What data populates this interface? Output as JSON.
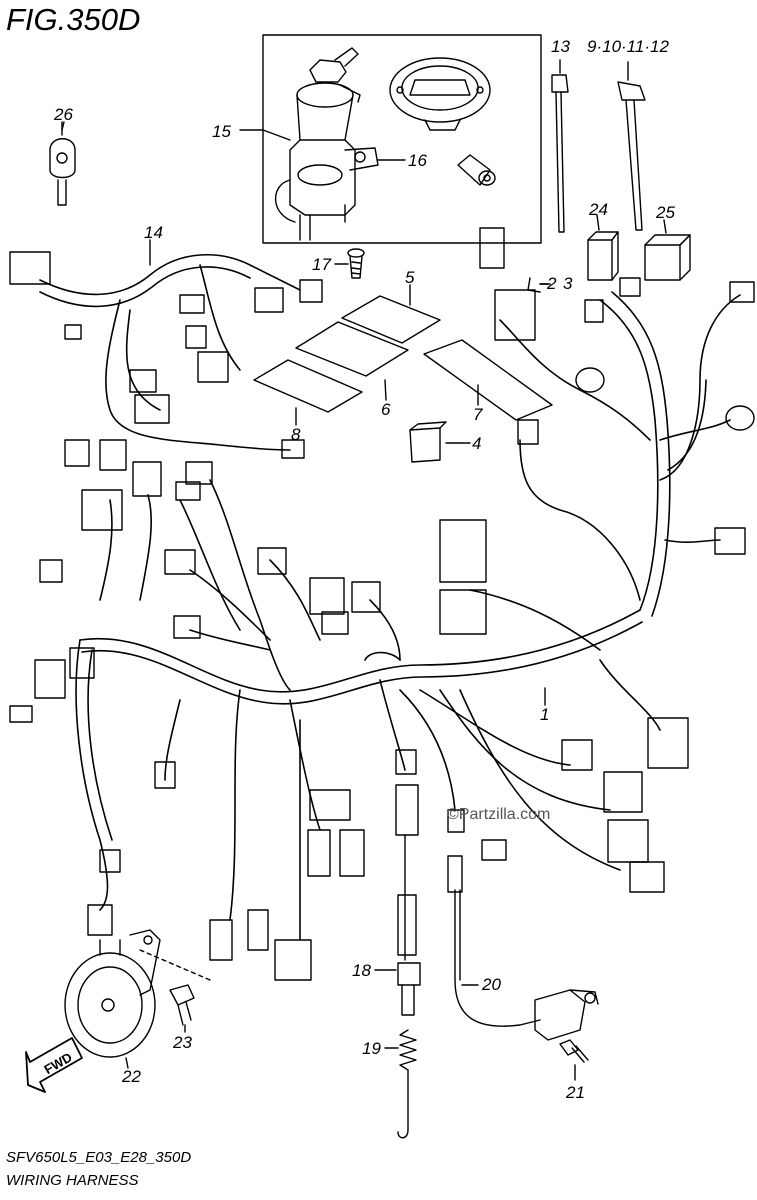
{
  "figure": {
    "title": "FIG.350D",
    "model_code": "SFV650L5_E03_E28_350D",
    "diagram_title": "WIRING HARNESS",
    "watermark": "©Partzilla.com",
    "direction_label": "FWD"
  },
  "callouts": {
    "c1": "1",
    "c2": "2",
    "c3": "3",
    "c4": "4",
    "c5": "5",
    "c6": "6",
    "c7": "7",
    "c8": "8",
    "c9_12": "9·10·11·12",
    "c13": "13",
    "c14": "14",
    "c15": "15",
    "c16": "16",
    "c17": "17",
    "c18": "18",
    "c19": "19",
    "c20": "20",
    "c21": "21",
    "c22": "22",
    "c23": "23",
    "c24": "24",
    "c25": "25",
    "c26": "26"
  }
}
